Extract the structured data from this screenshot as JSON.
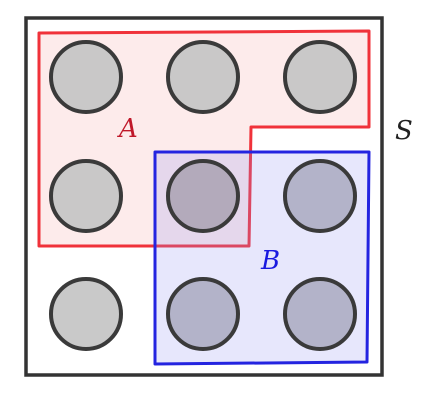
{
  "universe": {
    "label": "S",
    "stroke_color": "#333333"
  },
  "set_a": {
    "label": "A",
    "stroke_color": "#f0323a",
    "fill_color": "#fde7e7",
    "label_color": "#c0182a"
  },
  "set_b": {
    "label": "B",
    "stroke_color": "#2424e0",
    "fill_color": "#9090f0",
    "label_color": "#1a1ae0"
  },
  "elements": {
    "count": 9,
    "fill_color": "#c4c4c4",
    "stroke_color": "#3a3a3a"
  }
}
